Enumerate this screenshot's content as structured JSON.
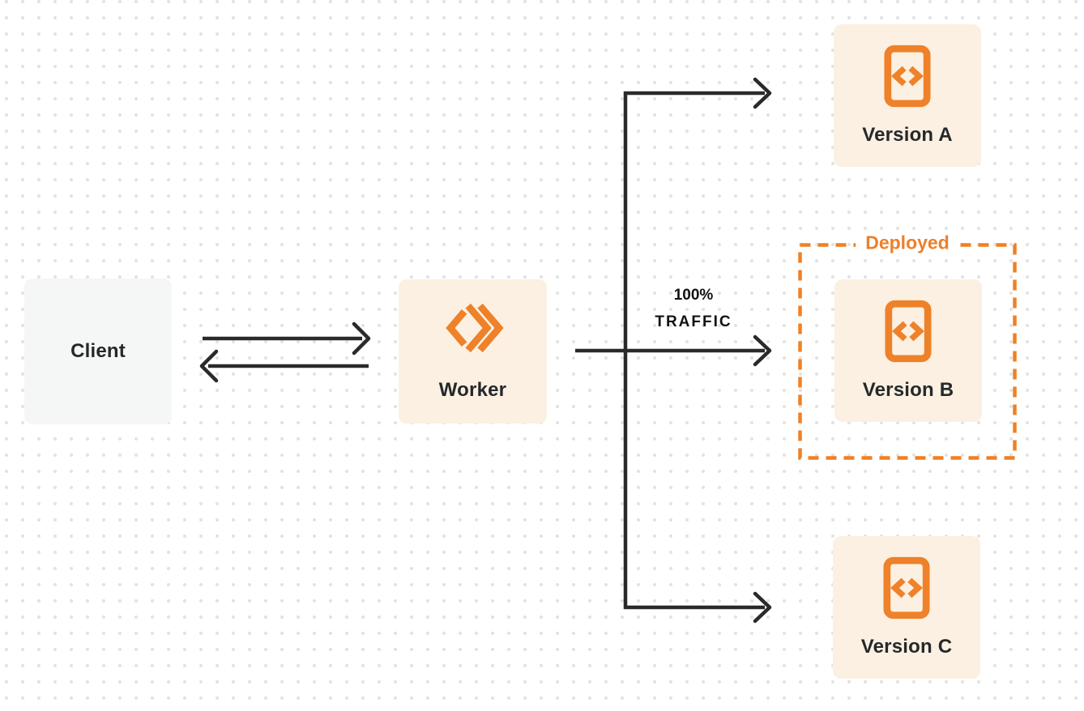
{
  "diagram": {
    "nodes": {
      "client": {
        "label": "Client"
      },
      "worker": {
        "label": "Worker"
      },
      "version_a": {
        "label": "Version A"
      },
      "version_b": {
        "label": "Version B"
      },
      "version_c": {
        "label": "Version C"
      }
    },
    "deployed": {
      "label": "Deployed"
    },
    "traffic": {
      "percent": "100%",
      "word": "TRAFFIC"
    },
    "icons": {
      "worker": "workers-logo-icon",
      "versions": "code-version-icon"
    },
    "colors": {
      "accent_orange": "#ee8129",
      "dashed_border_orange": "#f08024",
      "node_cream": "#fbf0e1",
      "node_gray": "#f5f6f6",
      "arrow_dark": "#2a2a2a",
      "text_dark": "#25282b",
      "background_dot": "#e3e3e3"
    }
  }
}
